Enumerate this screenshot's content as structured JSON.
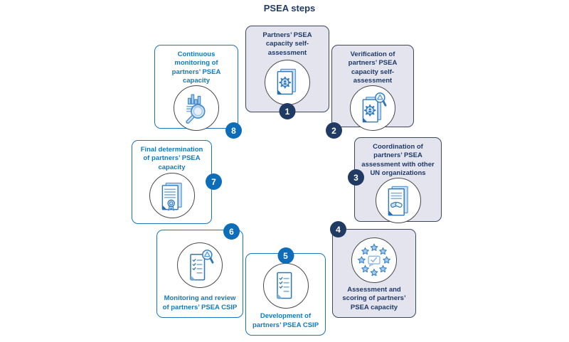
{
  "title": "PSEA steps",
  "colors": {
    "navy_text": "#1f3a68",
    "blue_text": "#1279be",
    "badge_navy": "#1f3a63",
    "badge_blue": "#0d6db9",
    "gray_card_bg": "#e3e4ee",
    "gray_card_border": "#3c4663",
    "blue_card_border": "#1b75bc",
    "icon_stroke": "#2e78ba",
    "icon_light_fill": "#cfe2f5",
    "icon_fold": "#2a6bb0"
  },
  "steps": [
    {
      "number": "1",
      "label": "Partners’ PSEA capacity self-assessment",
      "icon": "self-assessment-document-icon",
      "variant": "gray"
    },
    {
      "number": "2",
      "label": "Verification of partners’ PSEA capacity self-assessment",
      "icon": "verification-magnifier-document-icon",
      "variant": "gray"
    },
    {
      "number": "3",
      "label": "Coordination of partners’ PSEA assessment with other UN organizations",
      "icon": "handshake-document-icon",
      "variant": "gray"
    },
    {
      "number": "4",
      "label": "Assessment and scoring of partners’ PSEA capacity",
      "icon": "stars-scoring-icon",
      "variant": "gray"
    },
    {
      "number": "5",
      "label": "Development of partners’ PSEA CSIP",
      "icon": "checklist-clipboard-icon",
      "variant": "blue"
    },
    {
      "number": "6",
      "label": "Monitoring and review of partners’ PSEA CSIP",
      "icon": "checklist-magnifier-icon",
      "variant": "blue"
    },
    {
      "number": "7",
      "label": "Final determination of partners’ PSEA capacity",
      "icon": "certificate-icon",
      "variant": "blue"
    },
    {
      "number": "8",
      "label": "Continuous monitoring of partners’ PSEA capacity",
      "icon": "chart-magnifier-icon",
      "variant": "blue"
    }
  ]
}
